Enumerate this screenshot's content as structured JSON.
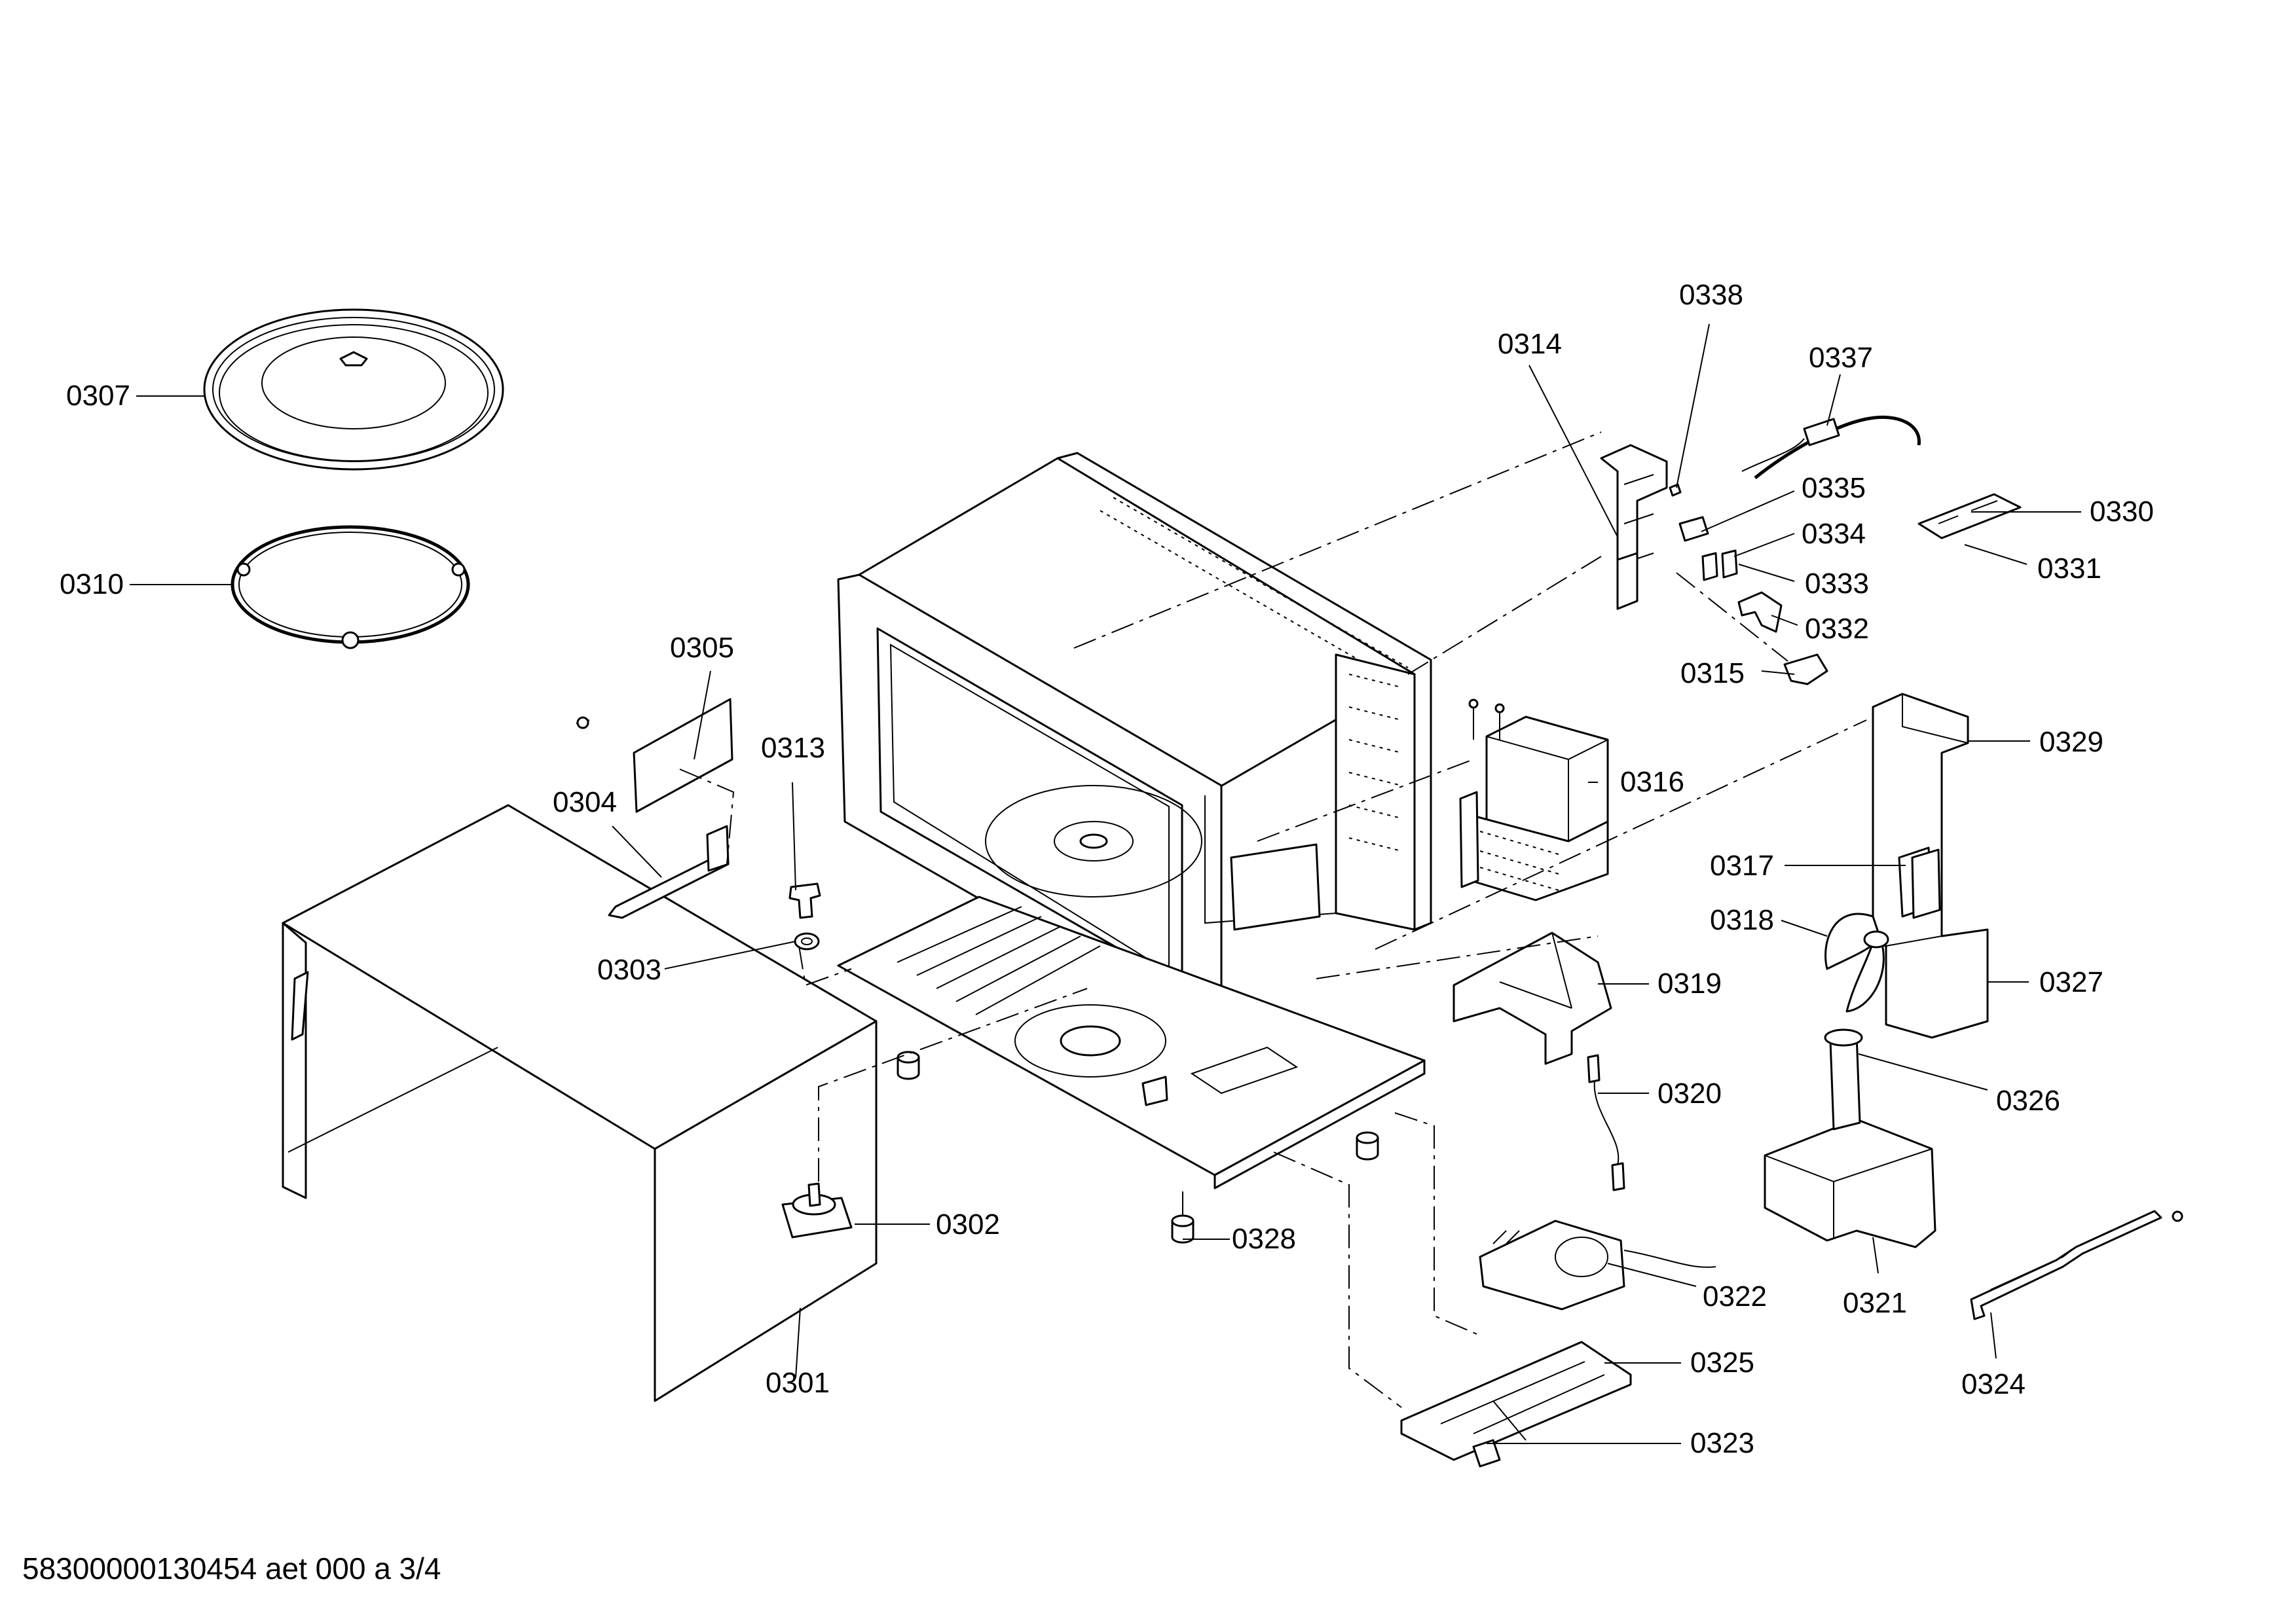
{
  "document_id": "58300000130454 aet 000 a 3/4",
  "callouts": [
    "0301",
    "0302",
    "0303",
    "0304",
    "0305",
    "0307",
    "0310",
    "0313",
    "0314",
    "0315",
    "0316",
    "0317",
    "0318",
    "0319",
    "0320",
    "0321",
    "0322",
    "0323",
    "0324",
    "0325",
    "0326",
    "0327",
    "0328",
    "0329",
    "0330",
    "0331",
    "0332",
    "0333",
    "0334",
    "0335",
    "0337",
    "0338"
  ]
}
